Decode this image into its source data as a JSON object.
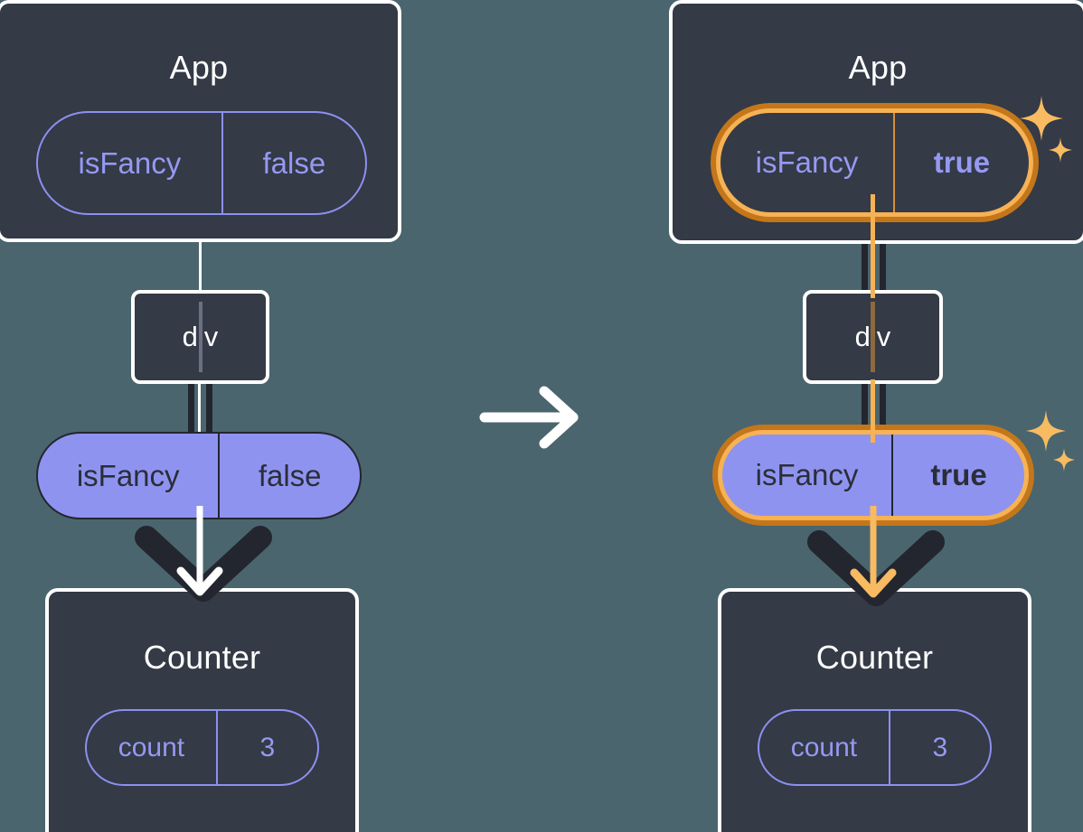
{
  "diagram": {
    "title": "React state update propagation",
    "background_color": "#4a656e",
    "panel_color": "#343a46",
    "accent_purple": "#8f93f0",
    "highlight_orange_outer": "#c4761a",
    "highlight_orange_inner": "#f6b254",
    "transition_icon": "right-arrow-icon"
  },
  "before": {
    "app": {
      "title": "App",
      "state": {
        "key": "isFancy",
        "value": "false"
      }
    },
    "div": {
      "label": "div"
    },
    "prop": {
      "key": "isFancy",
      "value": "false"
    },
    "counter": {
      "title": "Counter",
      "state": {
        "key": "count",
        "value": "3"
      }
    }
  },
  "after": {
    "app": {
      "title": "App",
      "state": {
        "key": "isFancy",
        "value": "true"
      },
      "highlighted": true,
      "sparkle_icon": "sparkles-icon"
    },
    "div": {
      "label": "div"
    },
    "prop": {
      "key": "isFancy",
      "value": "true",
      "highlighted": true,
      "sparkle_icon": "sparkles-icon"
    },
    "counter": {
      "title": "Counter",
      "state": {
        "key": "count",
        "value": "3"
      }
    }
  }
}
